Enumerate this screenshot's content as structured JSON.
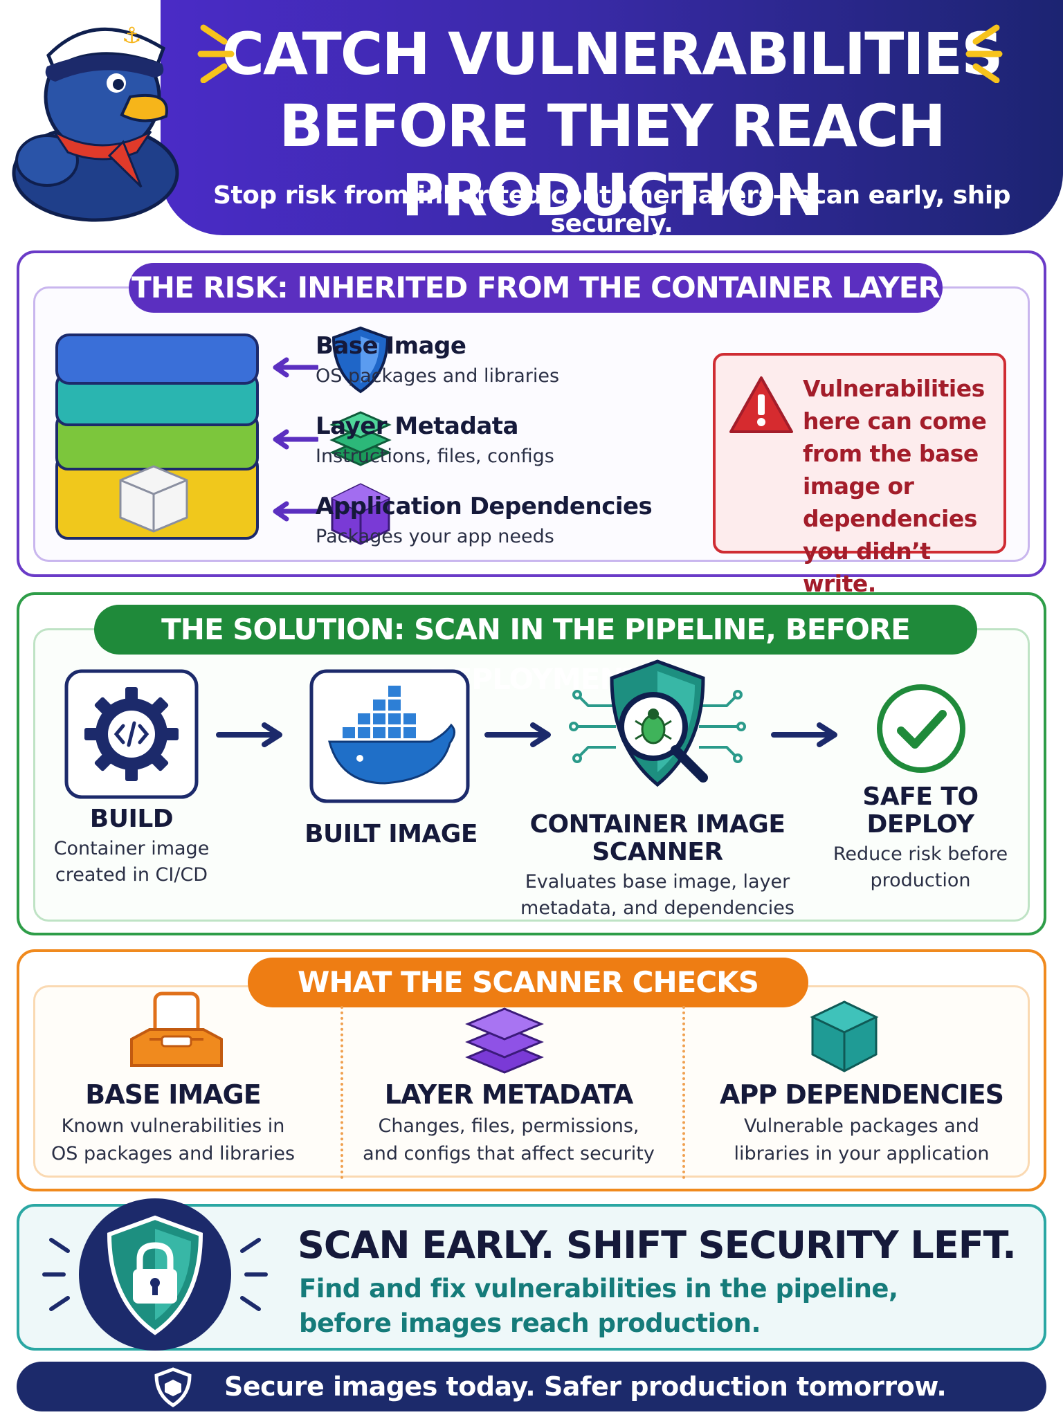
{
  "header": {
    "title_line1": "CATCH VULNERABILITIES",
    "title_line2": "BEFORE THEY REACH PRODUCTION",
    "subtitle": "Stop risk from inherited container layers—scan early, ship securely."
  },
  "risk": {
    "heading": "THE RISK: INHERITED FROM THE CONTAINER LAYER",
    "items": [
      {
        "title": "Base Image",
        "desc": "OS packages and libraries",
        "icon": "shield-icon"
      },
      {
        "title": "Layer Metadata",
        "desc": "Instructions, files, configs",
        "icon": "layers-icon"
      },
      {
        "title": "Application Dependencies",
        "desc": "Packages your app needs",
        "icon": "cube-icon"
      }
    ],
    "warning": "Vulnerabilities here can come from the base image or dependencies you didn’t write."
  },
  "solution": {
    "heading": "THE SOLUTION: SCAN IN THE PIPELINE, BEFORE DEPLOYMENT",
    "steps": [
      {
        "label": "BUILD",
        "desc_line1": "Container image",
        "desc_line2": "created in CI/CD"
      },
      {
        "label": "BUILT IMAGE"
      },
      {
        "label_line1": "CONTAINER IMAGE",
        "label_line2": "SCANNER",
        "desc_line1": "Evaluates base image, layer",
        "desc_line2": "metadata, and dependencies"
      },
      {
        "label_line1": "SAFE TO",
        "label_line2": "DEPLOY",
        "desc_line1": "Reduce risk before",
        "desc_line2": "production"
      }
    ]
  },
  "checks": {
    "heading": "WHAT THE SCANNER CHECKS",
    "items": [
      {
        "title": "BASE IMAGE",
        "desc_line1": "Known vulnerabilities in",
        "desc_line2": "OS packages and libraries"
      },
      {
        "title": "LAYER METADATA",
        "desc_line1": "Changes, files, permissions,",
        "desc_line2": "and configs that affect security"
      },
      {
        "title": "APP DEPENDENCIES",
        "desc_line1": "Vulnerable packages and",
        "desc_line2": "libraries in your application"
      }
    ]
  },
  "shift": {
    "title": "SCAN EARLY. SHIFT SECURITY LEFT.",
    "desc_line1": "Find and fix vulnerabilities in the pipeline,",
    "desc_line2": "before images reach production."
  },
  "footer": {
    "text": "Secure images today. Safer production tomorrow."
  },
  "colors": {
    "header": "#3a2aa8",
    "risk": "#5b2fc0",
    "solution": "#1f8a3a",
    "checks": "#ee7d13",
    "shift": "#157b7a",
    "warning": "#cf2c33",
    "footer": "#1c2a6b"
  }
}
